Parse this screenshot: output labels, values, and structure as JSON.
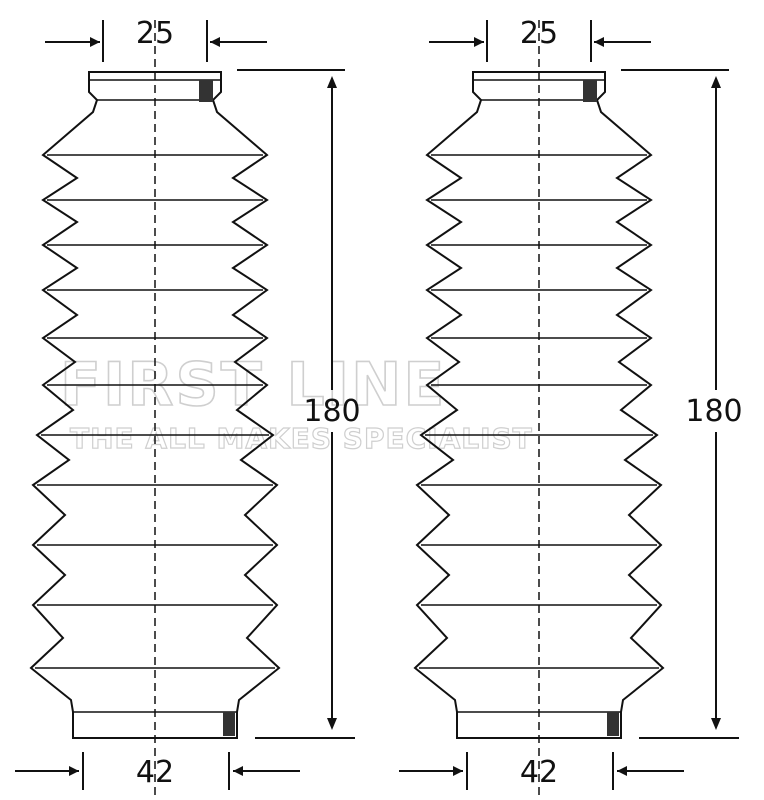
{
  "watermark": {
    "brand": "FIRST LINE",
    "tagline": "THE ALL MAKES SPECIALIST"
  },
  "boots": [
    {
      "top_diameter": "25",
      "length": "180",
      "bottom_diameter": "42"
    },
    {
      "top_diameter": "25",
      "length": "180",
      "bottom_diameter": "42"
    }
  ],
  "colors": {
    "ink": "#111111",
    "watermark": "#cfcfcf",
    "background": "#ffffff"
  }
}
